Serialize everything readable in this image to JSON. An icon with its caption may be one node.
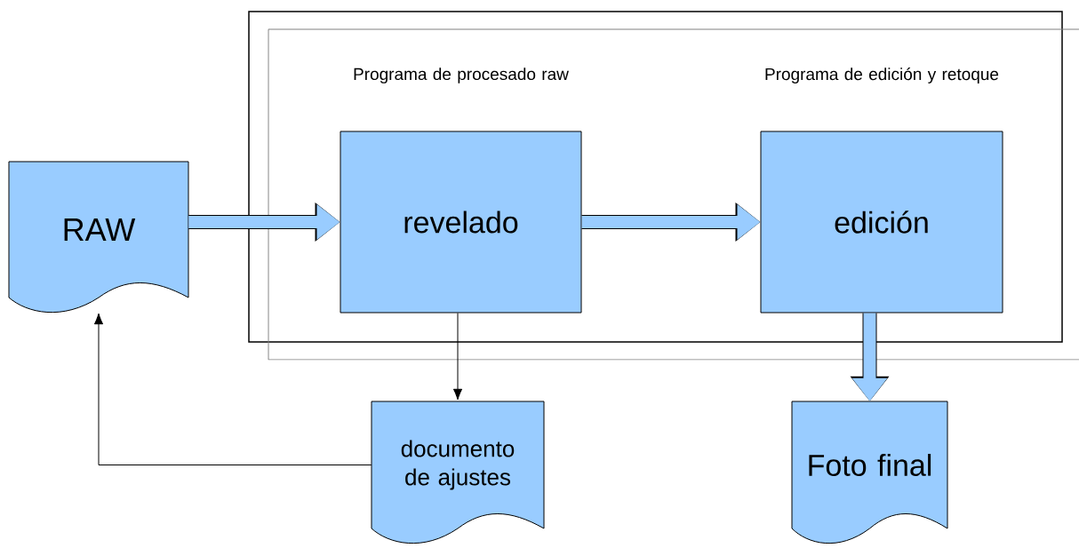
{
  "diagram": {
    "nodes": [
      {
        "text": [
          "RAW"
        ]
      },
      {
        "text": [
          "Programa de procesado raw",
          "revelado"
        ]
      },
      {
        "text": [
          "Programa de edición y retoque",
          "edición"
        ]
      },
      {
        "text": [
          "documento de ajustes"
        ]
      },
      {
        "text": [
          "Foto final"
        ]
      }
    ],
    "edges": [
      {
        "from": 0,
        "to": 1,
        "arrow": "to"
      },
      {
        "from": 1,
        "to": 2,
        "arrow": "to"
      },
      {
        "from": 1,
        "to": 3,
        "arrow": "to",
        "color": "#000000"
      },
      {
        "from": 3,
        "to": 0,
        "arrow": "to",
        "color": "#000000"
      },
      {
        "from": 2,
        "to": 4,
        "arrow": "to"
      }
    ]
  }
}
